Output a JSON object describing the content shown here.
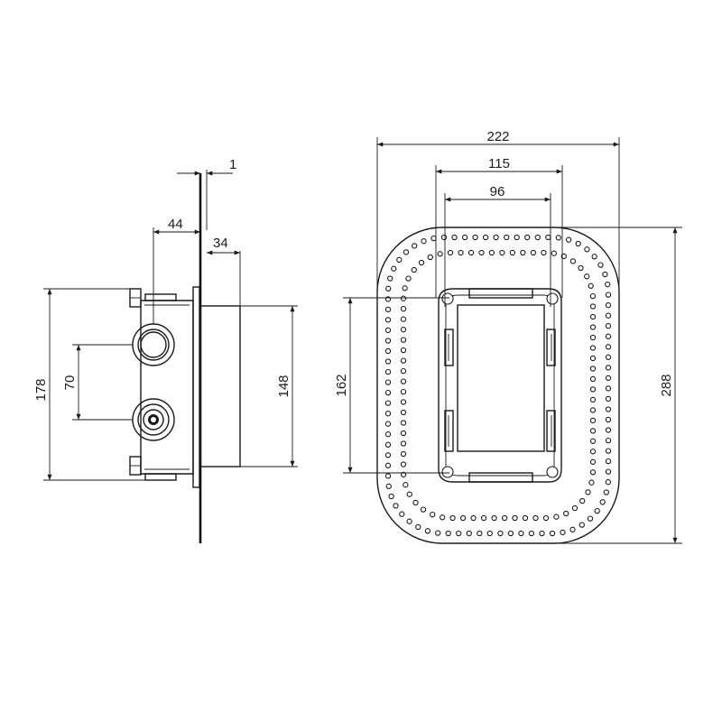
{
  "side_view": {
    "dim_plate_thickness": "1",
    "dim_depth": "44",
    "dim_projection": "34",
    "dim_total_height": "178",
    "dim_port_spacing": "70",
    "dim_plate_height": "148"
  },
  "front_view": {
    "dim_overall_width": "222",
    "dim_frame_width": "115",
    "dim_mount_width": "96",
    "dim_frame_height": "162",
    "dim_overall_height": "288"
  }
}
